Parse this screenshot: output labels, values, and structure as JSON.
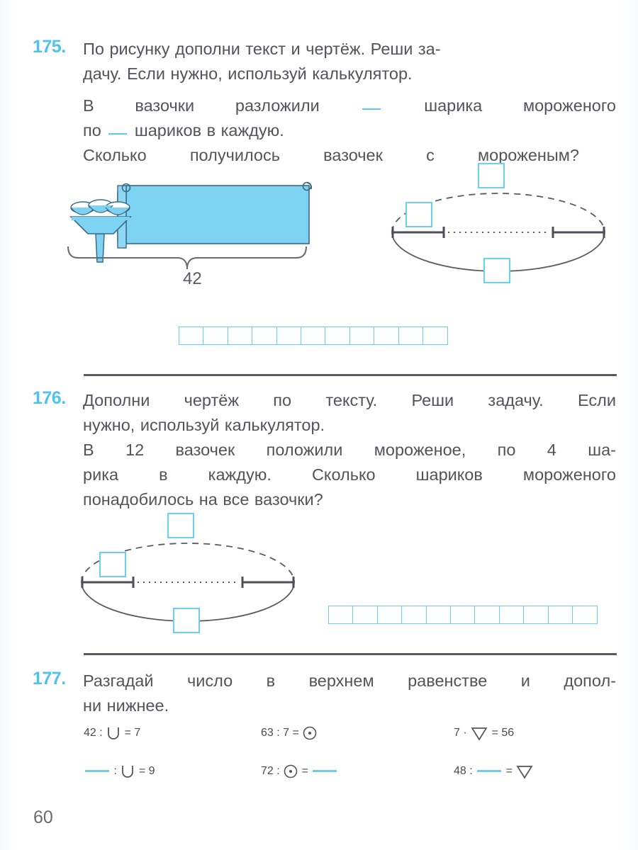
{
  "page": {
    "number": "60",
    "accent_color": "#4ec3ef",
    "box_color": "#6dcff0",
    "ink_color": "#53535b"
  },
  "exercises": [
    {
      "number": "175.",
      "instruction_lines": [
        "По рисунку дополни текст и чертёж. Реши за-",
        "дачу. Если нужно, используй калькулятор."
      ],
      "body_lines": [
        "В вазочки разложили __ шарика мороженого",
        "по __ шариков в каждую.",
        "Сколько получилось вазочек с мороженым?"
      ],
      "illustration": {
        "name": "ice-cream-dish-and-banner",
        "brace_label": "42"
      },
      "diagram": {
        "name": "ellipse-scheme",
        "boxes": [
          "",
          "",
          ""
        ]
      },
      "answer_grid_cells": 11
    },
    {
      "number": "176.",
      "instruction_lines": [
        "Дополни чертёж по тексту. Реши задачу. Если",
        "нужно, используй калькулятор."
      ],
      "body_lines": [
        "В 12 вазочек положили мороженое, по 4 ша-",
        "рика в каждую. Сколько шариков мороженого",
        "понадобилось на все вазочки?"
      ],
      "diagram": {
        "name": "ellipse-scheme",
        "boxes": [
          "",
          "",
          ""
        ]
      },
      "answer_grid_cells": 11
    },
    {
      "number": "177.",
      "instruction_lines": [
        "Разгадай число в верхнем равенстве и допол-",
        "ни нижнее."
      ],
      "equations": {
        "top_row": [
          {
            "parts": [
              "42",
              ":",
              "cup-symbol",
              "=",
              "7"
            ],
            "text": "42 : ∪ = 7"
          },
          {
            "parts": [
              "63",
              ":",
              "7",
              "=",
              "circled-dot-symbol"
            ],
            "text": "63 : 7 = ⊙"
          },
          {
            "parts": [
              "7",
              "·",
              "triangle-symbol",
              "=",
              "56"
            ],
            "text": "7 · ▽ = 56"
          }
        ],
        "bottom_row": [
          {
            "parts": [
              "blank",
              ":",
              "cup-symbol",
              "=",
              "9"
            ],
            "text": "__ : ∪ = 9"
          },
          {
            "parts": [
              "72",
              ":",
              "circled-dot-symbol",
              "=",
              "blank"
            ],
            "text": "72 : ⊙ = __"
          },
          {
            "parts": [
              "48",
              ":",
              "blank",
              "=",
              "triangle-symbol"
            ],
            "text": "48 : __ = ▽"
          }
        ]
      }
    }
  ]
}
